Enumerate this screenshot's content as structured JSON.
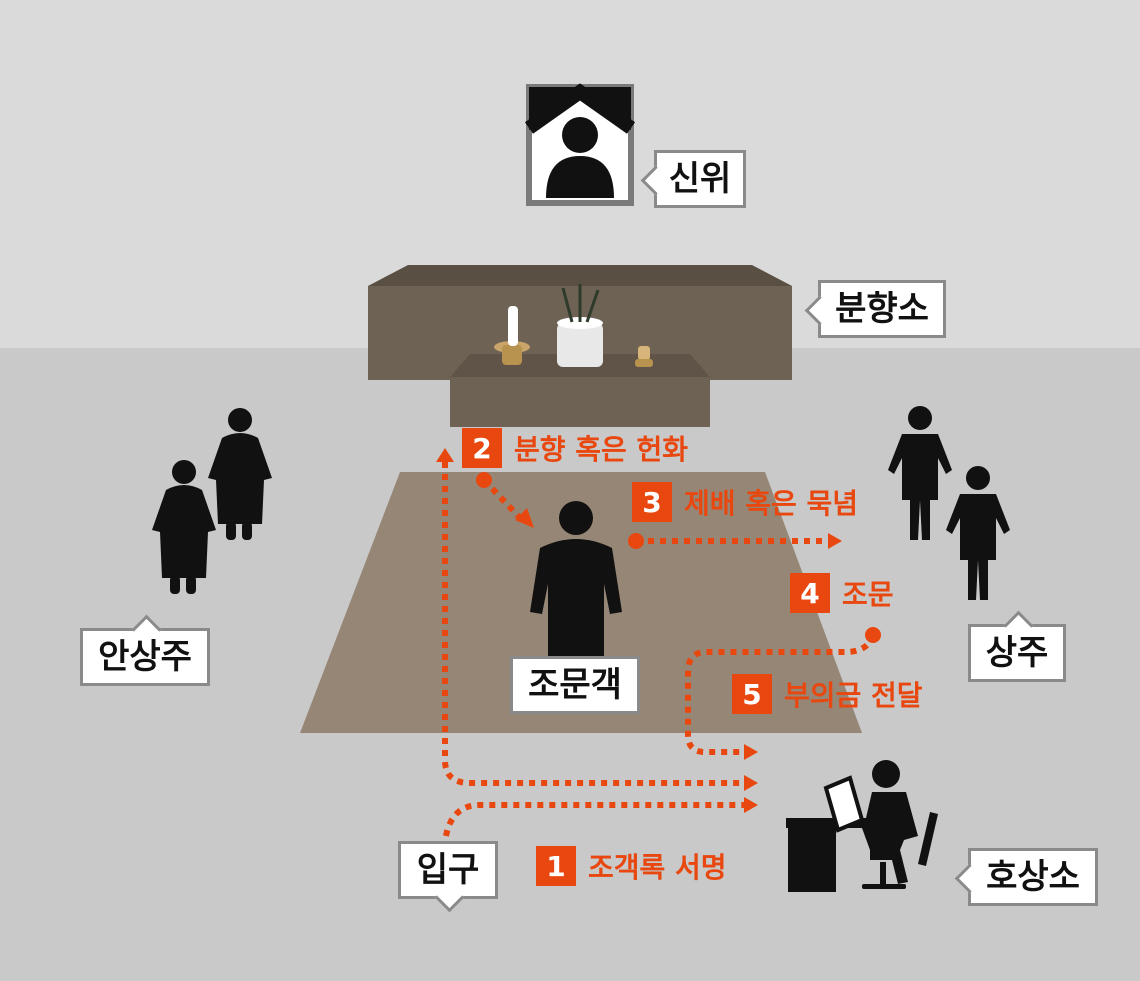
{
  "labels": {
    "portrait": "신위",
    "altar": "분향소",
    "host_left": "안상주",
    "host_right": "상주",
    "mourner": "조문객",
    "entrance": "입구",
    "reception": "호상소"
  },
  "steps": [
    {
      "num": "1",
      "text": "조객록 서명"
    },
    {
      "num": "2",
      "text": "분향 혹은 헌화"
    },
    {
      "num": "3",
      "text": "제배 혹은 묵념"
    },
    {
      "num": "4",
      "text": "조문"
    },
    {
      "num": "5",
      "text": "부의금 전달"
    }
  ],
  "colors": {
    "accent": "#e8480f",
    "wall": "#dadada",
    "floor": "#c9c9c9",
    "carpet": "#968675",
    "altar": "#6e6254",
    "figure": "#111111"
  }
}
